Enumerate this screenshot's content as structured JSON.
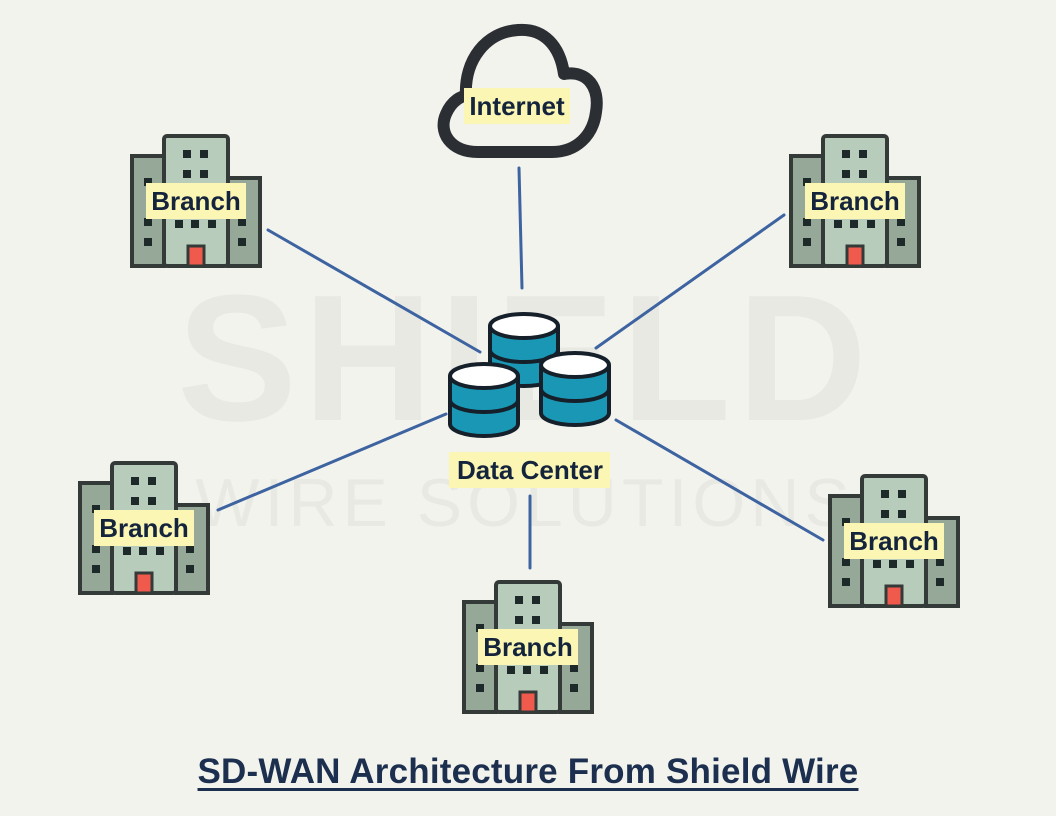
{
  "watermark": {
    "line1": "SHIELD",
    "line2": "WIRE SOLUTIONS"
  },
  "internet": {
    "label": "Internet",
    "icon": "cloud-icon"
  },
  "data_center": {
    "label": "Data Center",
    "icon": "database-stack-icon"
  },
  "branches": [
    {
      "label": "Branch",
      "icon": "building-icon"
    },
    {
      "label": "Branch",
      "icon": "building-icon"
    },
    {
      "label": "Branch",
      "icon": "building-icon"
    },
    {
      "label": "Branch",
      "icon": "building-icon"
    },
    {
      "label": "Branch",
      "icon": "building-icon"
    }
  ],
  "caption": "SD-WAN Architecture From Shield Wire",
  "colors": {
    "background": "#f3f3ee",
    "connector": "#3d63a0",
    "database": "#1a97b4",
    "building": "#96a898",
    "building_center": "#b8ccbb",
    "door": "#f05a4c",
    "label_highlight": "#fbf6b4",
    "caption": "#1c2f4f"
  }
}
